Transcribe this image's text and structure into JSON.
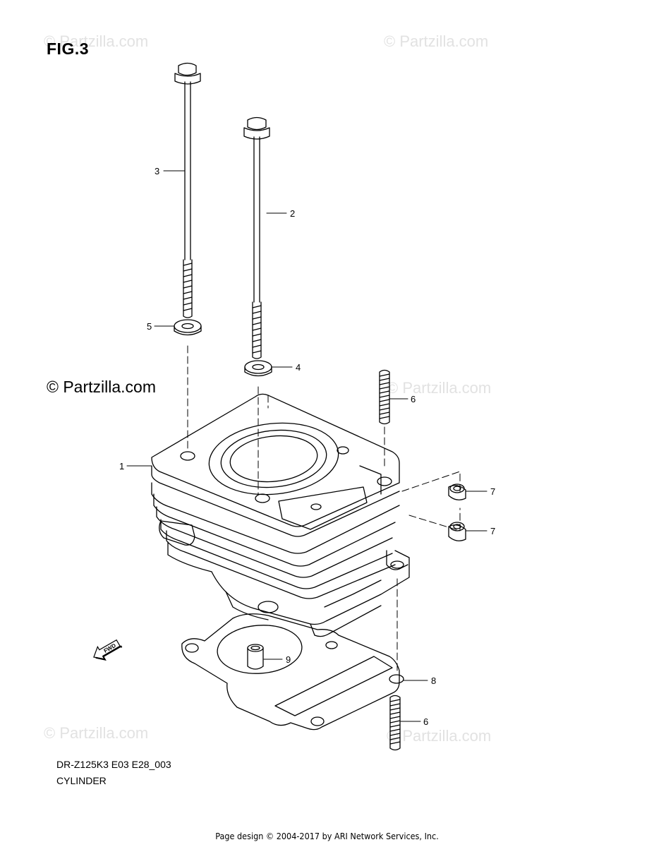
{
  "figure": {
    "label": "FIG.3"
  },
  "watermarks": [
    "© Partzilla.com",
    "© Partzilla.com",
    "© Partzilla.com",
    "© Partzilla.com",
    "© Partzilla.com"
  ],
  "copyright": "© Partzilla.com",
  "callouts": [
    "1",
    "2",
    "3",
    "4",
    "5",
    "6",
    "6",
    "7",
    "7",
    "8",
    "9"
  ],
  "fwd_label": "FWD",
  "model_code": "DR-Z125K3 E03 E28_003",
  "section_title": "CYLINDER",
  "footer": "Page design © 2004-2017 by ARI Network Services, Inc."
}
